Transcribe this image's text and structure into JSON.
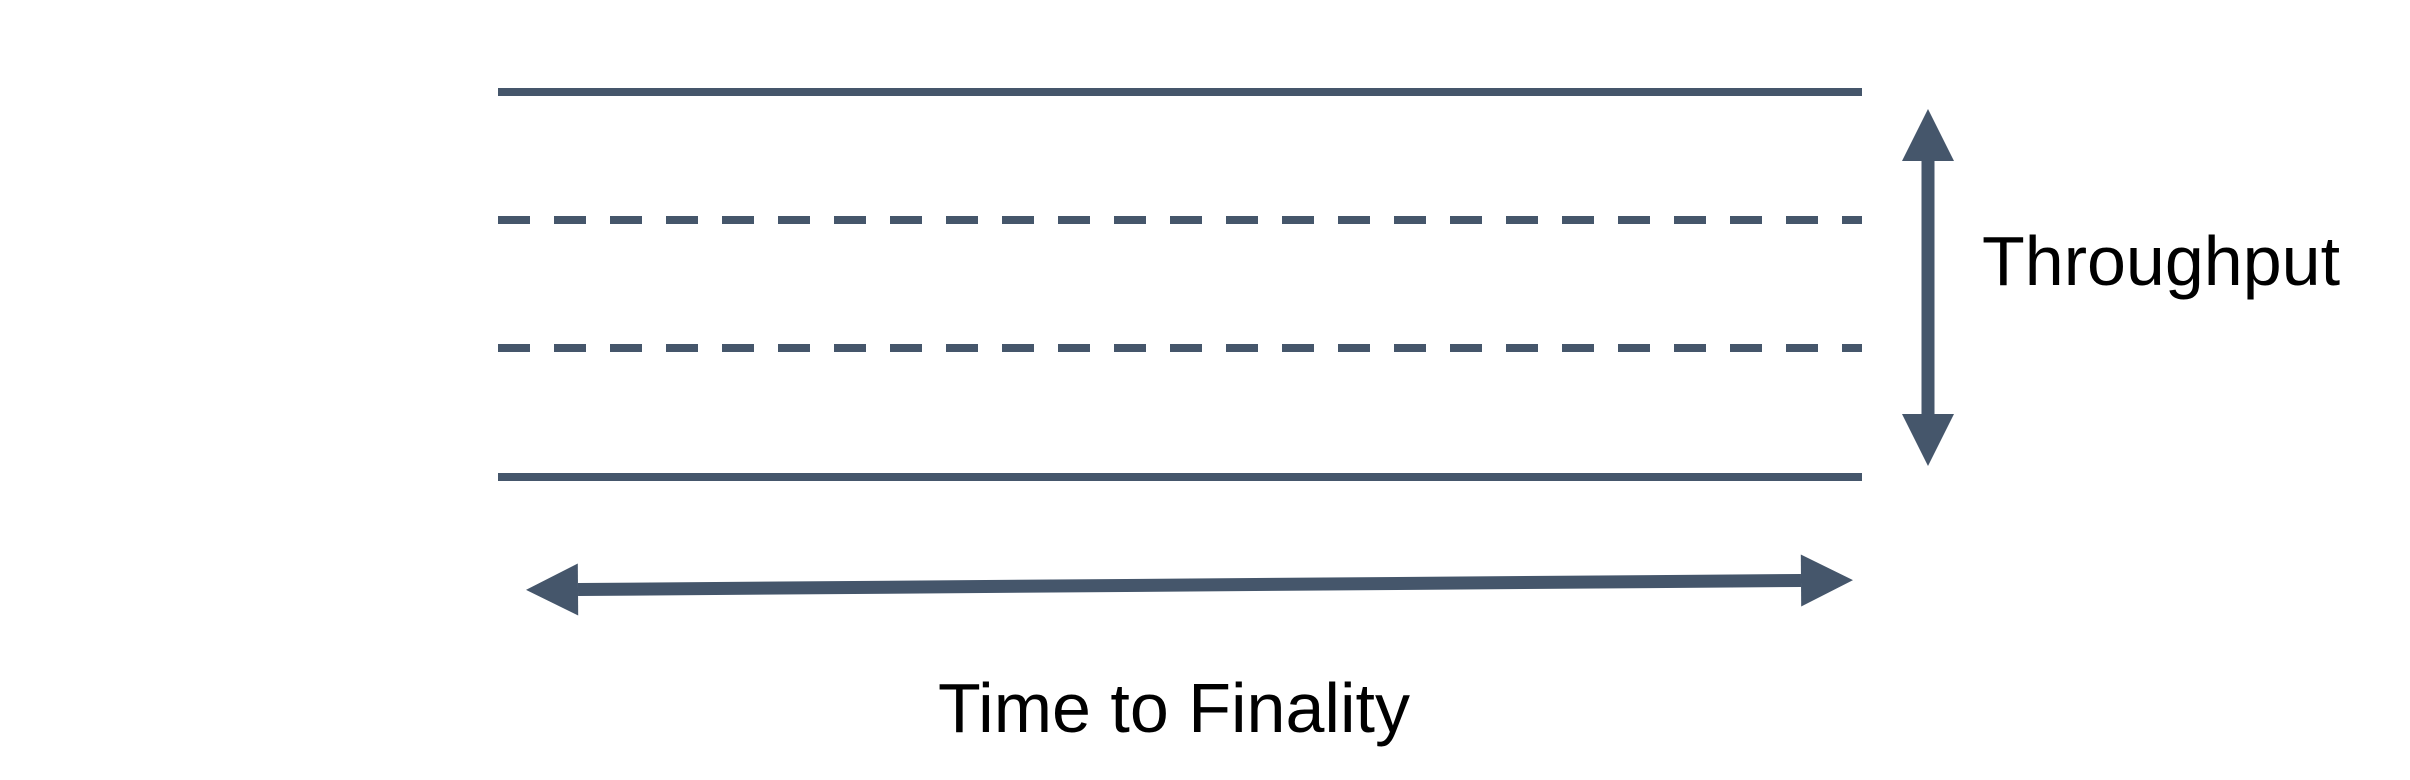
{
  "title": "Throughput vs Time to Finality diagram",
  "colors": {
    "line": "#45566B",
    "text": "#000000",
    "background": "#FFFFFF"
  },
  "labels": {
    "throughput": "Throughput",
    "time_to_finality": "Time to Finality"
  }
}
